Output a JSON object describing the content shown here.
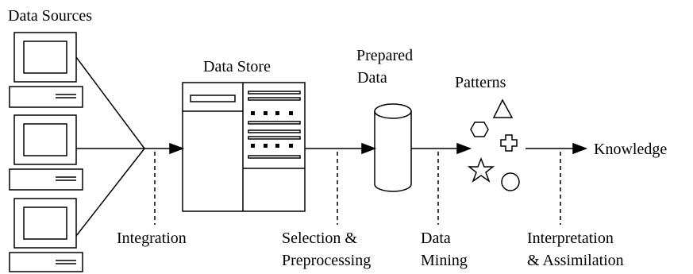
{
  "labels": {
    "data_sources": "Data Sources",
    "data_store": "Data Store",
    "prepared_data_line1": "Prepared",
    "prepared_data_line2": "Data",
    "patterns": "Patterns",
    "knowledge": "Knowledge",
    "integration": "Integration",
    "selection_line1": "Selection &",
    "selection_line2": "Preprocessing",
    "data_mining_line1": "Data",
    "data_mining_line2": "Mining",
    "interpretation_line1": "Interpretation",
    "interpretation_line2": "& Assimilation"
  },
  "icons": {
    "computer": "desktop-computer-icon",
    "server": "data-store-server-icon",
    "database": "database-cylinder-icon",
    "patterns": [
      "hexagon-icon",
      "triangle-icon",
      "cross-icon",
      "star-icon",
      "circle-icon"
    ]
  },
  "colors": {
    "stroke": "#000000",
    "background": "#ffffff"
  }
}
